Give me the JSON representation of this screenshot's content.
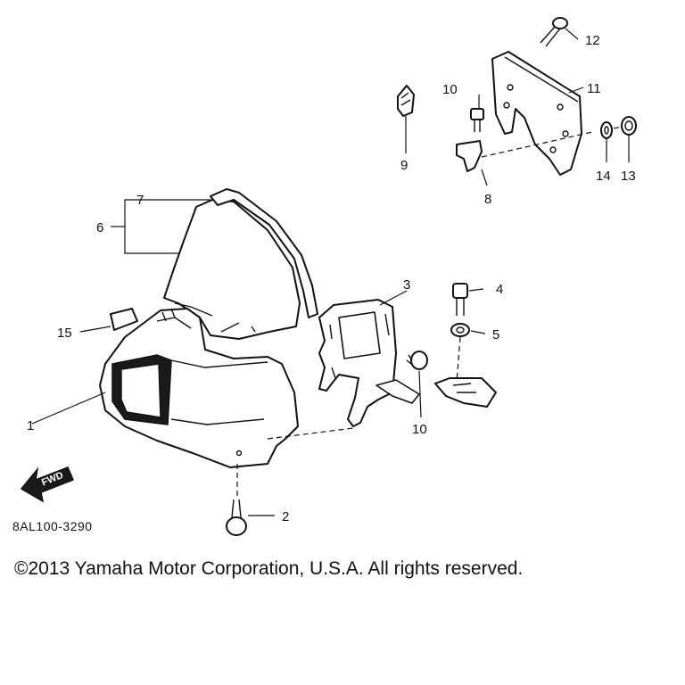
{
  "figure_code": "8AL100-3290",
  "copyright": "©2013 Yamaha Motor Corporation, U.S.A. All rights reserved.",
  "fwd_label": "FWD",
  "callouts": {
    "c1": "1",
    "c2": "2",
    "c3": "3",
    "c4": "4",
    "c5": "5",
    "c6": "6",
    "c7": "7",
    "c8": "8",
    "c9": "9",
    "c10a": "10",
    "c10b": "10",
    "c11": "11",
    "c12": "12",
    "c13": "13",
    "c14": "14",
    "c15": "15"
  }
}
